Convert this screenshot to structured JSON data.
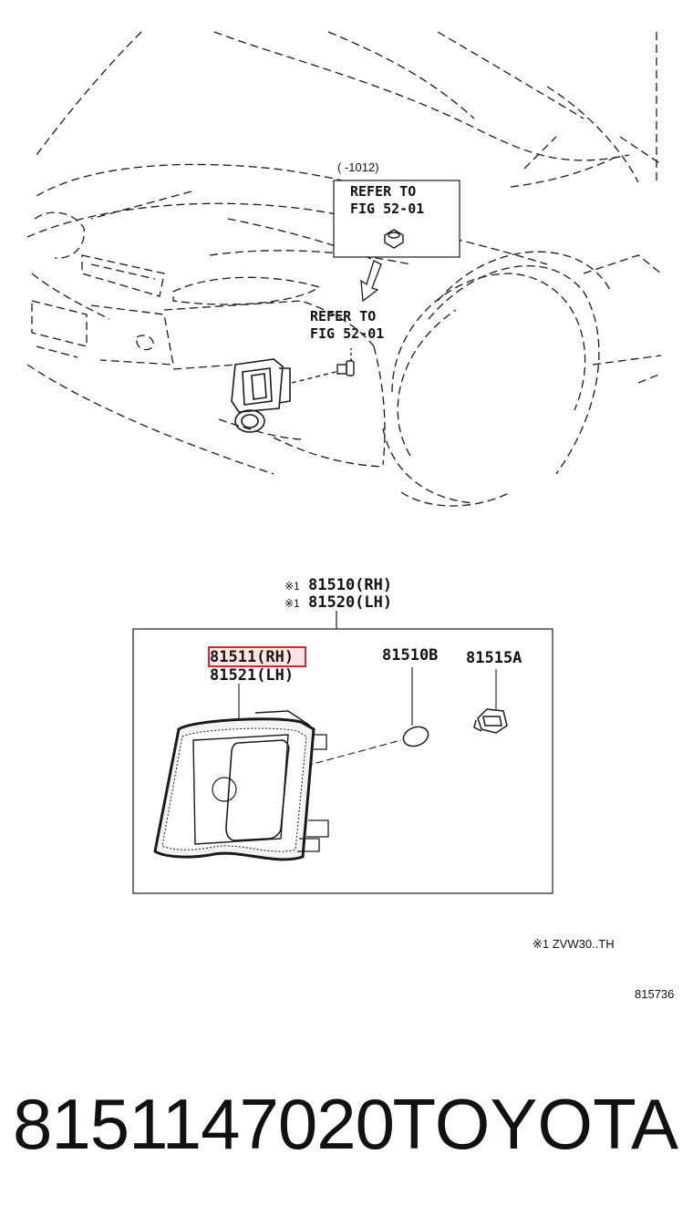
{
  "overview": {
    "range_note": "(      -1012)",
    "callout_refer_line1": "REFER TO",
    "callout_refer_line2": "FIG 52-01",
    "bolt_refer_line1": "REFER TO",
    "bolt_refer_line2": "FIG 52-01"
  },
  "assembly": {
    "mark": "※1",
    "assy_rh": "81510(RH)",
    "assy_lh": "81520(LH)",
    "housing_rh": "81511(RH)",
    "housing_lh": "81521(LH)",
    "bulb": "81510B",
    "socket": "81515A"
  },
  "notes": {
    "applicability": "※1 ZVW30..TH",
    "figure_number": "815736"
  },
  "footer": {
    "part_number": "8151147020",
    "brand": "TOYOTA"
  },
  "colors": {
    "line": "#1a1a1a",
    "highlight": "#d9262c"
  }
}
